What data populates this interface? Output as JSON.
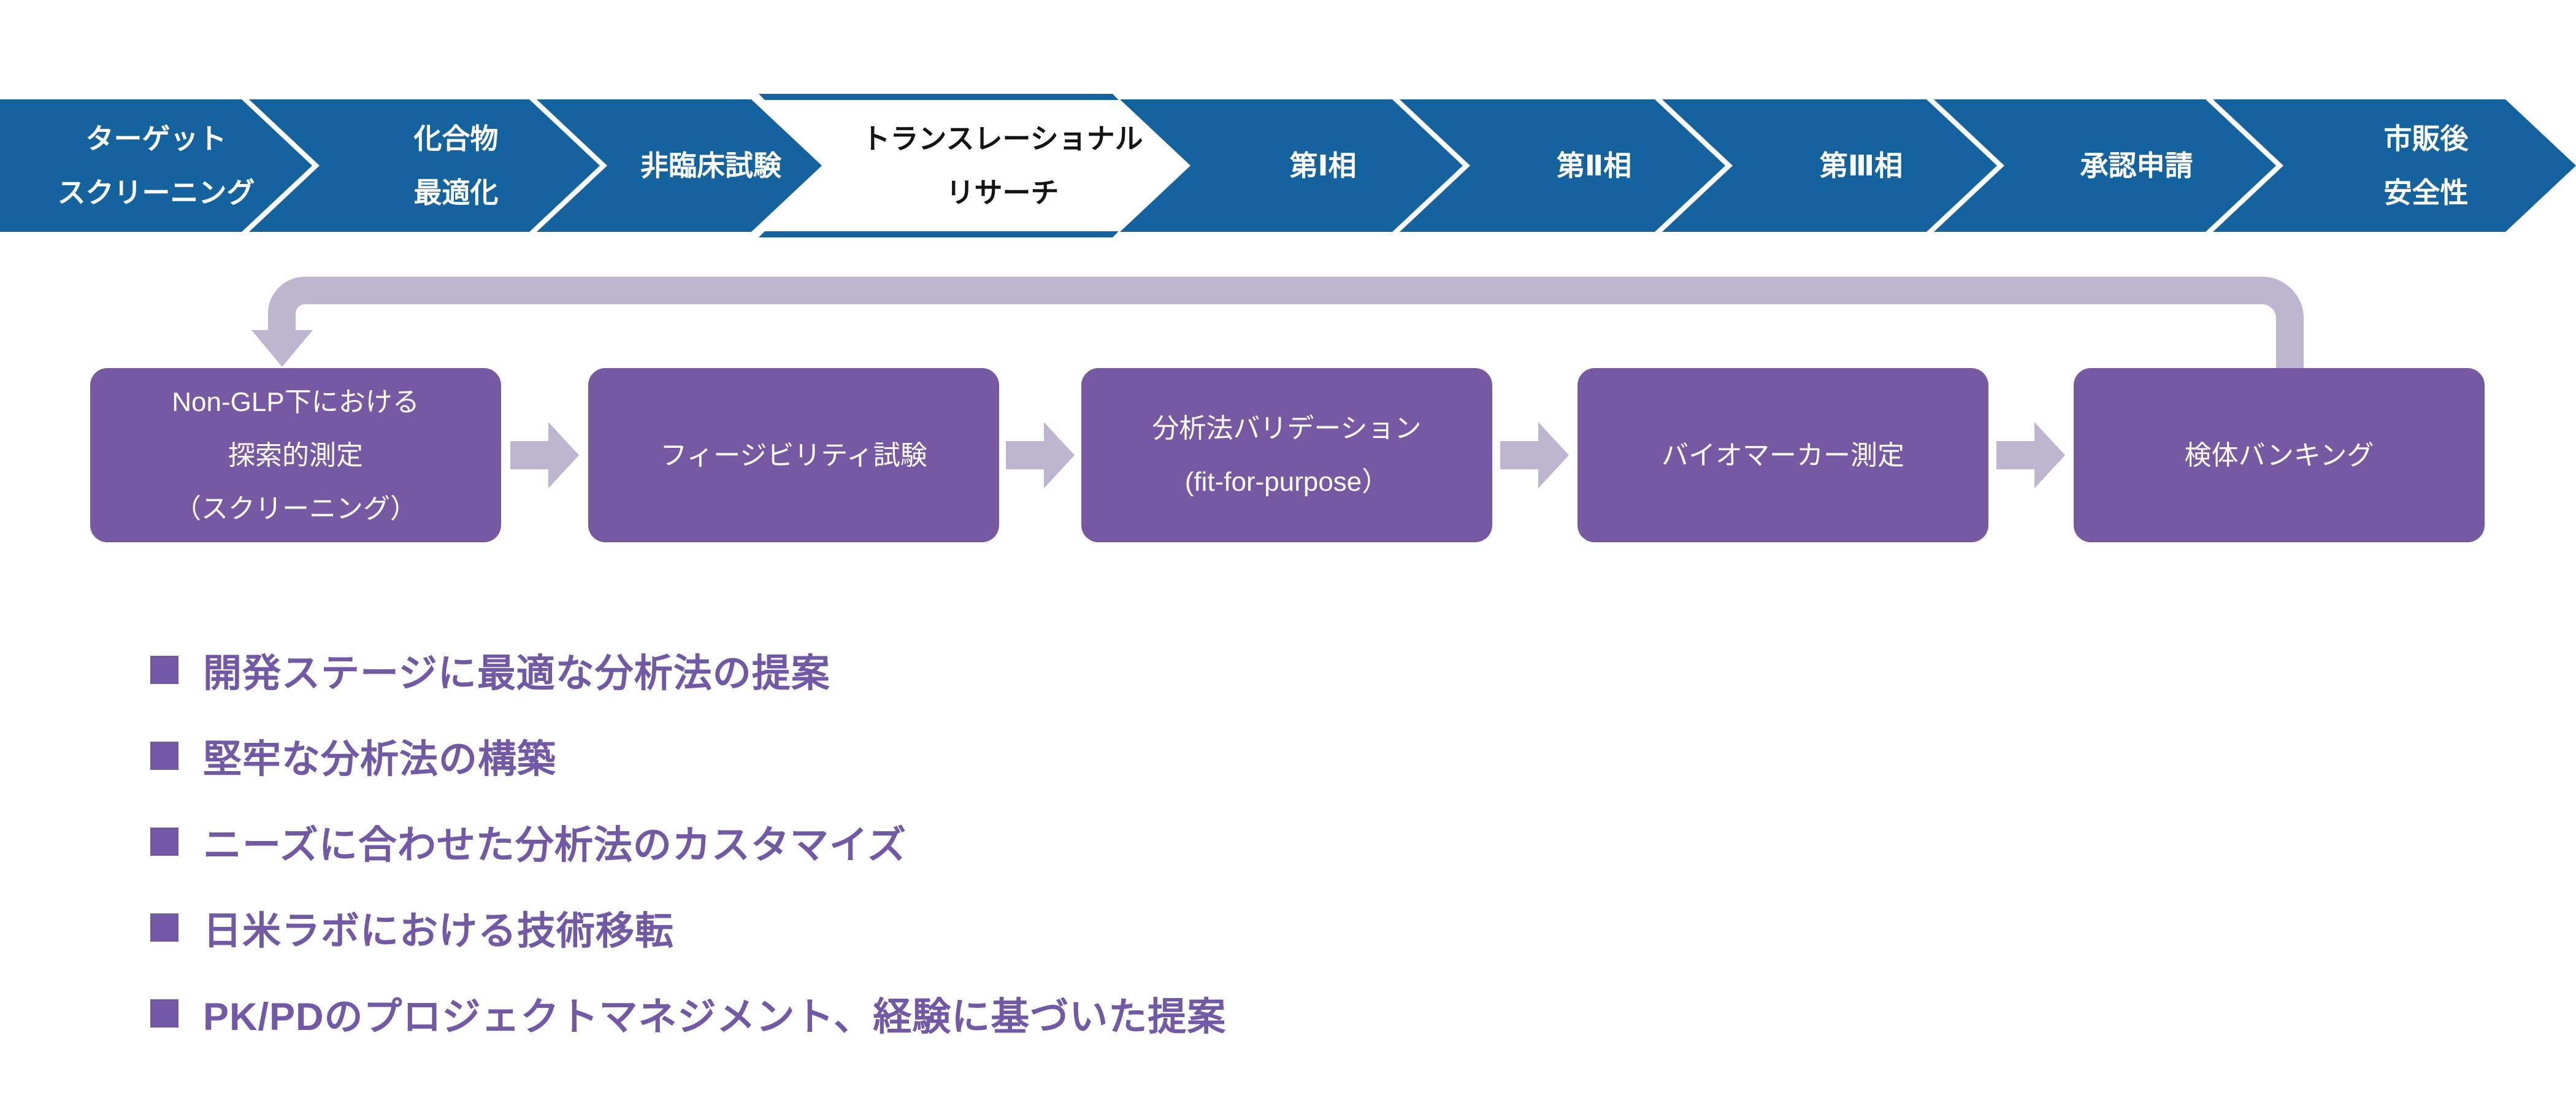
{
  "colors": {
    "stage_blue": "#15639E",
    "active_stage_bg": "#FFFFFF",
    "active_stage_text": "#141414",
    "process_box_purple": "#7659A3",
    "arrow_lavender": "#BEB5D0",
    "bullet_purple": "#7259A6",
    "background": "#FFFFFF"
  },
  "pipeline": {
    "items": [
      {
        "id": "target-screening",
        "lines": [
          "ターゲット",
          "スクリーニング"
        ],
        "active": false
      },
      {
        "id": "compound-optimization",
        "lines": [
          "化合物",
          "最適化"
        ],
        "active": false
      },
      {
        "id": "nonclinical-study",
        "lines": [
          "非臨床試験"
        ],
        "active": false
      },
      {
        "id": "translational-research",
        "lines": [
          "トランスレーショナル",
          "リサーチ"
        ],
        "active": true
      },
      {
        "id": "phase-1",
        "lines": [
          "第Ⅰ相"
        ],
        "active": false
      },
      {
        "id": "phase-2",
        "lines": [
          "第Ⅱ相"
        ],
        "active": false
      },
      {
        "id": "phase-3",
        "lines": [
          "第Ⅲ相"
        ],
        "active": false
      },
      {
        "id": "approval-application",
        "lines": [
          "承認申請"
        ],
        "active": false
      },
      {
        "id": "post-marketing-safety",
        "lines": [
          "市販後",
          "安全性"
        ],
        "active": false
      }
    ]
  },
  "process_flow": {
    "boxes": [
      {
        "id": "non-glp-exploratory",
        "lines": [
          "Non-GLP下における",
          "探索的測定",
          "（スクリーニング）"
        ]
      },
      {
        "id": "feasibility-study",
        "lines": [
          "フィージビリティ試験"
        ]
      },
      {
        "id": "method-validation",
        "lines": [
          "分析法バリデーション",
          "(fit-for-purpose）"
        ]
      },
      {
        "id": "biomarker-measurement",
        "lines": [
          "バイオマーカー測定"
        ]
      },
      {
        "id": "sample-banking",
        "lines": [
          "検体バンキング"
        ]
      }
    ]
  },
  "highlights": {
    "items": [
      {
        "label": "開発ステージに最適な分析法の提案"
      },
      {
        "label": "堅牢な分析法の構築"
      },
      {
        "label": "ニーズに合わせた分析法のカスタマイズ"
      },
      {
        "label": "日米ラボにおける技術移転"
      },
      {
        "label": "PK/PDのプロジェクトマネジメント、経験に基づいた提案"
      }
    ]
  }
}
